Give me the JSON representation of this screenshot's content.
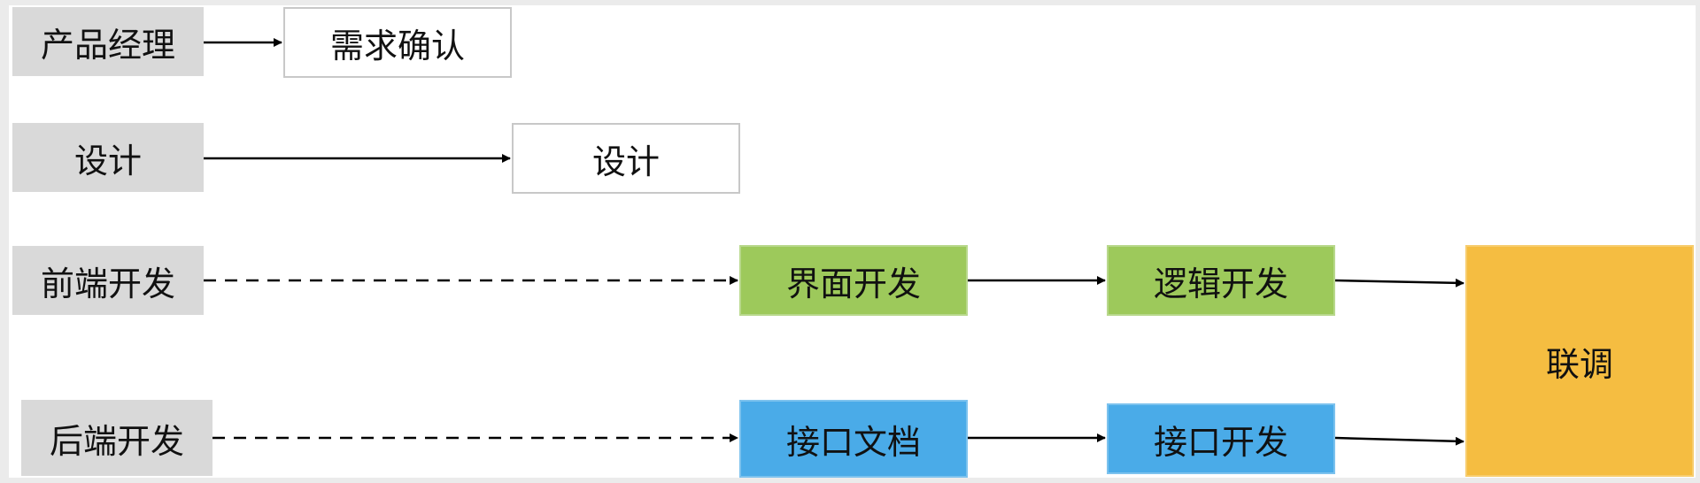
{
  "roles": {
    "product_manager": "产品经理",
    "design": "设计",
    "frontend": "前端开发",
    "backend": "后端开发"
  },
  "tasks": {
    "requirement_confirm": "需求确认",
    "design_task": "设计",
    "ui_dev": "界面开发",
    "logic_dev": "逻辑开发",
    "api_doc": "接口文档",
    "api_dev": "接口开发",
    "integration": "联调"
  },
  "colors": {
    "role_bg": "#d9d9d9",
    "frontend_task": "#9dc95b",
    "backend_task": "#4aabe8",
    "integration": "#f5bd41"
  },
  "edges": [
    {
      "from": "product_manager",
      "to": "requirement_confirm",
      "style": "solid"
    },
    {
      "from": "design",
      "to": "design_task",
      "style": "solid"
    },
    {
      "from": "frontend",
      "to": "ui_dev",
      "style": "dashed"
    },
    {
      "from": "ui_dev",
      "to": "logic_dev",
      "style": "solid"
    },
    {
      "from": "logic_dev",
      "to": "integration",
      "style": "solid"
    },
    {
      "from": "backend",
      "to": "api_doc",
      "style": "dashed"
    },
    {
      "from": "api_doc",
      "to": "api_dev",
      "style": "solid"
    },
    {
      "from": "api_dev",
      "to": "integration",
      "style": "solid"
    }
  ]
}
